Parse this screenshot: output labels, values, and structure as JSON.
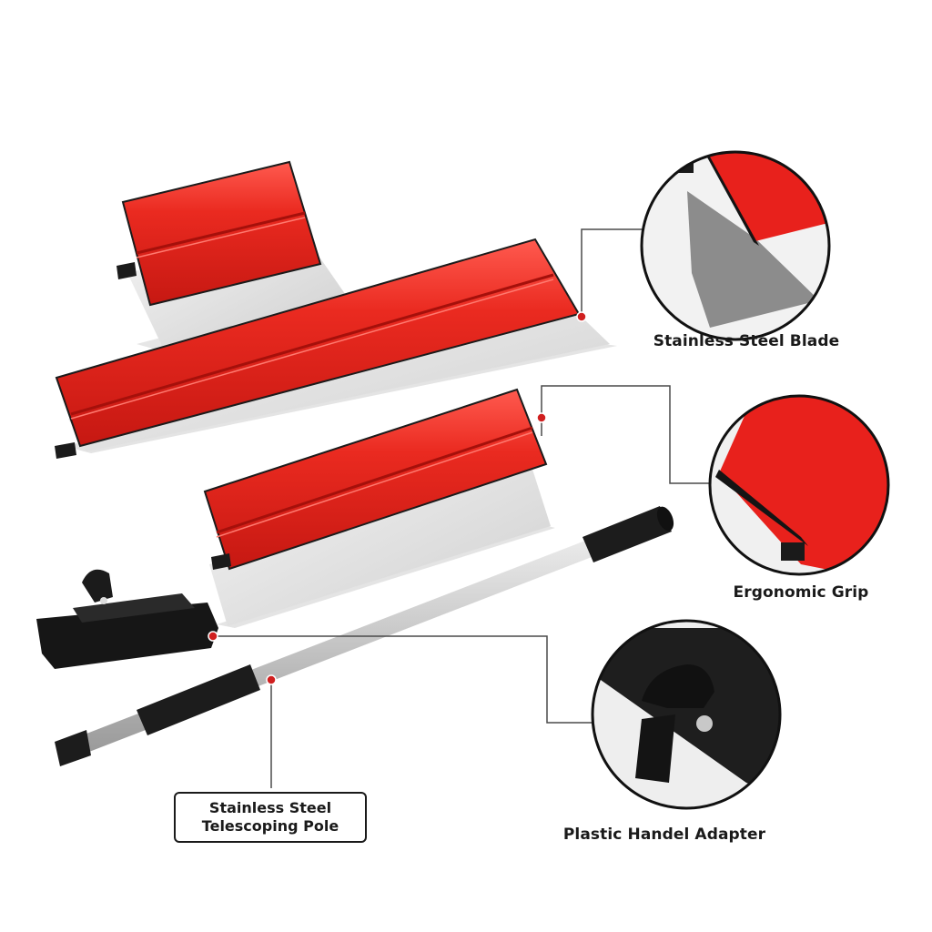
{
  "product": {
    "items": [
      {
        "name": "Small skimming blade",
        "handle_color": "#e8211c",
        "blade_color": "#d9d9d9"
      },
      {
        "name": "Large skimming blade",
        "handle_color": "#e8211c",
        "blade_color": "#d9d9d9"
      },
      {
        "name": "Medium skimming blade",
        "handle_color": "#e8211c",
        "blade_color": "#d9d9d9"
      },
      {
        "name": "Telescoping pole",
        "color": "#c9c9c9",
        "grip_color": "#1a1a1a"
      },
      {
        "name": "Handle adapter",
        "color": "#161616"
      }
    ]
  },
  "callouts": [
    {
      "id": "blade",
      "label": "Stainless Steel Blade"
    },
    {
      "id": "grip",
      "label": "Ergonomic Grip"
    },
    {
      "id": "adapter",
      "label": "Plastic Handel Adapter"
    },
    {
      "id": "pole",
      "label_line1": "Stainless Steel",
      "label_line2": "Telescoping Pole"
    }
  ],
  "colors": {
    "accent_red": "#e8211c",
    "marker_dot": "#d01f1f",
    "connector_line": "#4a4a4a",
    "circle_border": "#111111"
  }
}
